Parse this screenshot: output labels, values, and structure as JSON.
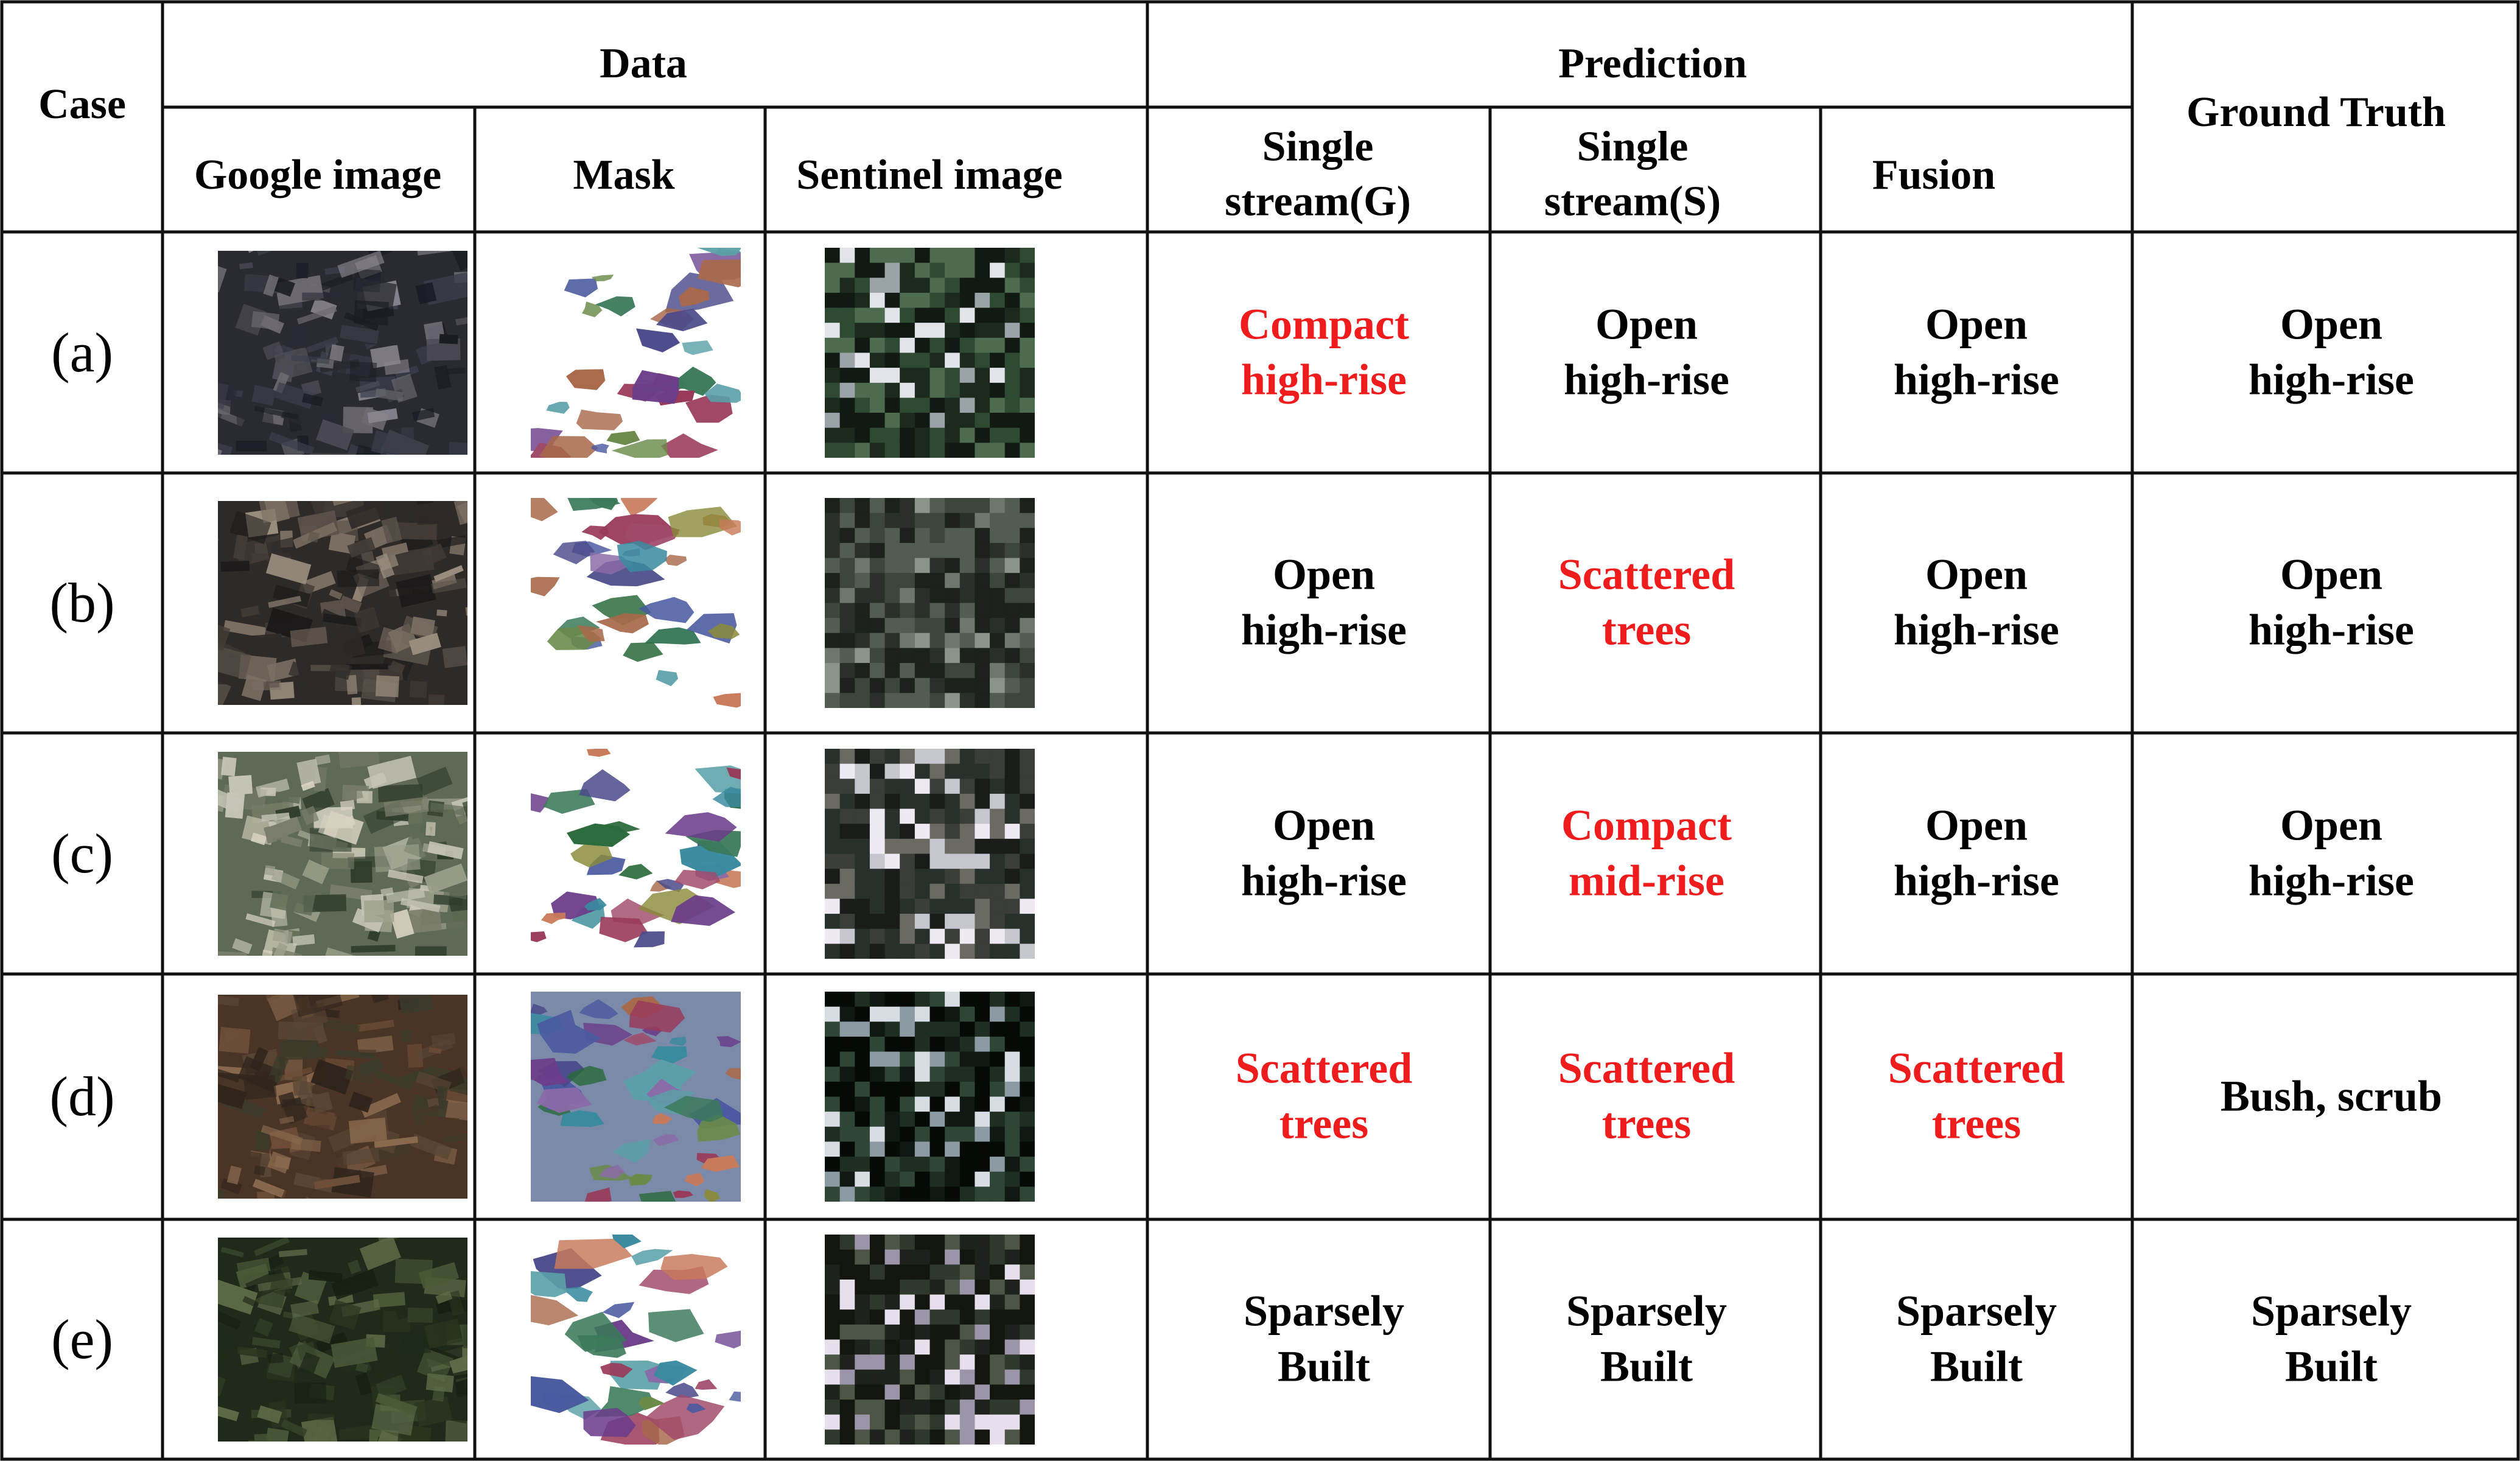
{
  "header": {
    "case": "Case",
    "data": "Data",
    "prediction": "Prediction",
    "ground_truth": "Ground Truth",
    "google_image": "Google image",
    "mask": "Mask",
    "sentinel_image": "Sentinel image",
    "single_g": [
      "Single",
      "stream(G)"
    ],
    "single_s": [
      "Single",
      "stream(S)"
    ],
    "fusion": "Fusion"
  },
  "rows": [
    {
      "case": "(a)",
      "single_g": {
        "lines": [
          "Compact",
          "high-rise"
        ],
        "wrong": true
      },
      "single_s": {
        "lines": [
          "Open",
          "high-rise"
        ],
        "wrong": false
      },
      "fusion": {
        "lines": [
          "Open",
          "high-rise"
        ],
        "wrong": false
      },
      "ground_truth": {
        "lines": [
          "Open",
          "high-rise"
        ]
      }
    },
    {
      "case": "(b)",
      "single_g": {
        "lines": [
          "Open",
          "high-rise"
        ],
        "wrong": false
      },
      "single_s": {
        "lines": [
          "Scattered",
          "trees"
        ],
        "wrong": true
      },
      "fusion": {
        "lines": [
          "Open",
          "high-rise"
        ],
        "wrong": false
      },
      "ground_truth": {
        "lines": [
          "Open",
          "high-rise"
        ]
      }
    },
    {
      "case": "(c)",
      "single_g": {
        "lines": [
          "Open",
          "high-rise"
        ],
        "wrong": false
      },
      "single_s": {
        "lines": [
          "Compact",
          "mid-rise"
        ],
        "wrong": true
      },
      "fusion": {
        "lines": [
          "Open",
          "high-rise"
        ],
        "wrong": false
      },
      "ground_truth": {
        "lines": [
          "Open",
          "high-rise"
        ]
      }
    },
    {
      "case": "(d)",
      "single_g": {
        "lines": [
          "Scattered",
          "trees"
        ],
        "wrong": true
      },
      "single_s": {
        "lines": [
          "Scattered",
          "trees"
        ],
        "wrong": true
      },
      "fusion": {
        "lines": [
          "Scattered",
          "trees"
        ],
        "wrong": true
      },
      "ground_truth": {
        "lines": [
          "Bush, scrub"
        ]
      }
    },
    {
      "case": "(e)",
      "single_g": {
        "lines": [
          "Sparsely",
          "Built"
        ],
        "wrong": false
      },
      "single_s": {
        "lines": [
          "Sparsely",
          "Built"
        ],
        "wrong": false
      },
      "fusion": {
        "lines": [
          "Sparsely",
          "Built"
        ],
        "wrong": false
      },
      "ground_truth": {
        "lines": [
          "Sparsely",
          "Built"
        ]
      }
    }
  ],
  "colors": {
    "correct": "#000000",
    "wrong": "#ee1c1c",
    "grid": "#111111",
    "background": "#ffffff"
  }
}
